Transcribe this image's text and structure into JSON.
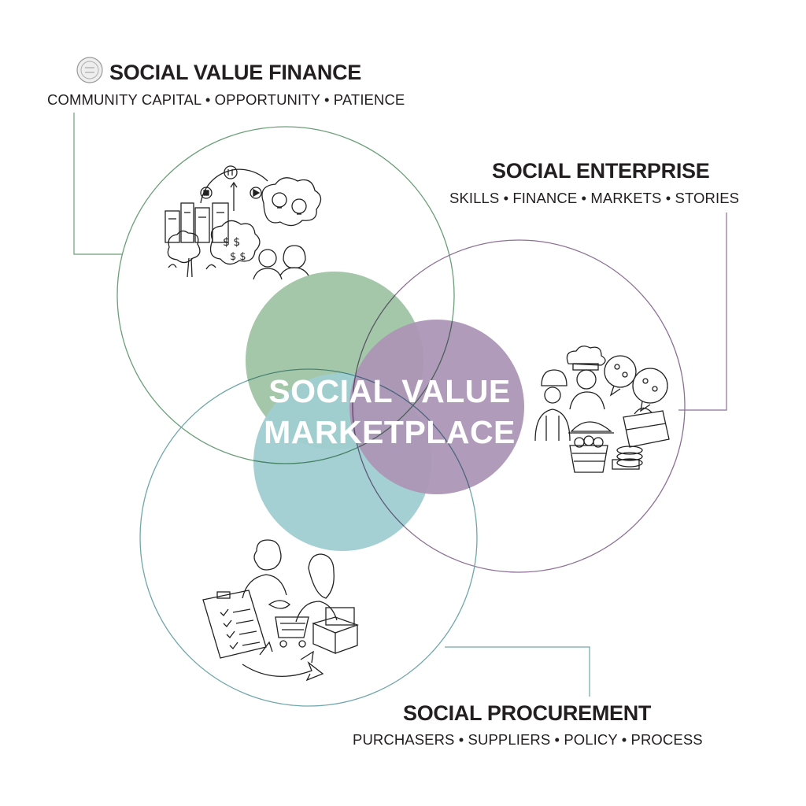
{
  "center": {
    "line1": "SOCIAL VALUE",
    "line2": "MARKETPLACE"
  },
  "finance": {
    "title": "SOCIAL VALUE FINANCE",
    "subtitle": "COMMUNITY CAPITAL • OPPORTUNITY • PATIENCE",
    "color": "#84b48e"
  },
  "enterprise": {
    "title": "SOCIAL ENTERPRISE",
    "subtitle": "SKILLS • FINANCE • MARKETS • STORIES",
    "color": "#9a7ba4"
  },
  "procurement": {
    "title": "SOCIAL PROCUREMENT",
    "subtitle": "PURCHASERS • SUPPLIERS • POLICY • PROCESS",
    "color": "#7fb8bd"
  },
  "illustrations": {
    "finance": "finance-sketch-icon",
    "enterprise": "enterprise-sketch-icon",
    "procurement": "procurement-sketch-icon",
    "seal": "seal-logo-icon"
  }
}
